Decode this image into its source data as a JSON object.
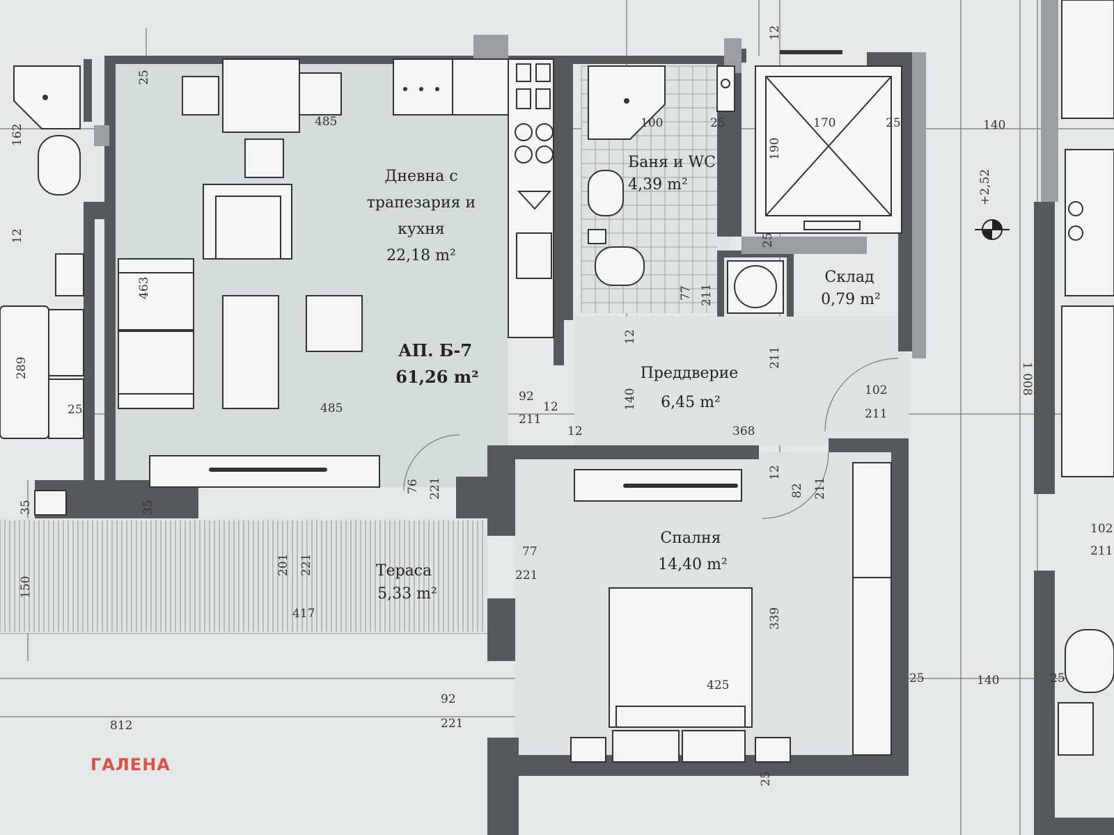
{
  "apartment": {
    "name": "АП. Б-7",
    "area": "61,26 m²"
  },
  "rooms": {
    "living": {
      "line1": "Дневна с",
      "line2": "трапезария и",
      "line3": "кухня",
      "area": "22,18 m²"
    },
    "bath": {
      "name": "Баня и WC",
      "area": "4,39 m²"
    },
    "storage": {
      "name": "Склад",
      "area": "0,79 m²"
    },
    "hall": {
      "name": "Преддверие",
      "area": "6,45 m²"
    },
    "bedroom": {
      "name": "Спалня",
      "area": "14,40 m²"
    },
    "terrace": {
      "name": "Тераса",
      "area": "5,33 m²"
    }
  },
  "level": "+2,52",
  "dimensions": {
    "d485_top": "485",
    "d485_mid": "485",
    "d463": "463",
    "d25_top": "25",
    "d162": "162",
    "d12_left": "12",
    "d289": "289",
    "d25_left": "25",
    "d35_a": "35",
    "d35_b": "35",
    "d150": "150",
    "d812": "812",
    "d201": "201",
    "d221_a": "221",
    "d417": "417",
    "d76": "76",
    "d221_b": "221",
    "d92_a": "92",
    "d211_a": "211",
    "d12_a": "12",
    "d12_b": "12",
    "d77_a": "77",
    "d221_c": "221",
    "d92_b": "92",
    "d221_d": "221",
    "d100": "100",
    "d25_b": "25",
    "d170": "170",
    "d25_c": "25",
    "d140_a": "140",
    "d190": "190",
    "d12_top": "12",
    "d77_b": "77",
    "d211_b": "211",
    "d12_c": "12",
    "d140_b": "140",
    "d211_c": "211",
    "d368": "368",
    "d102_a": "102",
    "d211_d": "211",
    "d12_d": "12",
    "d82": "82",
    "d211_e": "211",
    "d339": "339",
    "d425": "425",
    "d25_d": "25",
    "d140_c": "140",
    "d25_e": "25",
    "d1008": "1 008",
    "d102_b": "102",
    "d211_f": "211",
    "d25_f": "25",
    "d25_g": "25"
  },
  "watermark": "ГАЛЕНА",
  "colors": {
    "wall": "#55595c",
    "background": "#e4e8e9",
    "room_fill": "#d3dcda",
    "watermark": "#d9534a"
  }
}
